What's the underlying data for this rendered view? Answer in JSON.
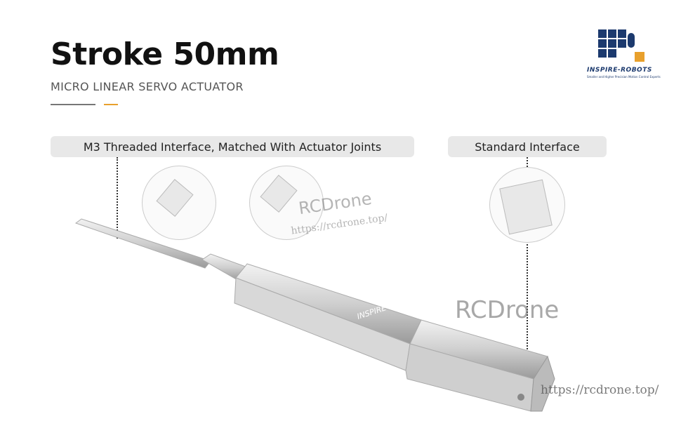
{
  "header": {
    "title": "Stroke 50mm",
    "subtitle": "MICRO LINEAR SERVO ACTUATOR"
  },
  "logo": {
    "name": "INSPIRE-ROBOTS",
    "tagline": "Smaller and Higher Precision Motion Control Experts",
    "colors": {
      "blue": "#1c3a6e",
      "orange": "#e8a02c"
    }
  },
  "callouts": [
    {
      "label": "M3 Threaded Interface, Matched With Actuator Joints"
    },
    {
      "label": "Standard Interface"
    }
  ],
  "product": {
    "body_marking": "INSPIRE ROBOTS"
  },
  "watermarks": {
    "brand": "RCDrone",
    "url": "https://rcdrone.top/"
  }
}
